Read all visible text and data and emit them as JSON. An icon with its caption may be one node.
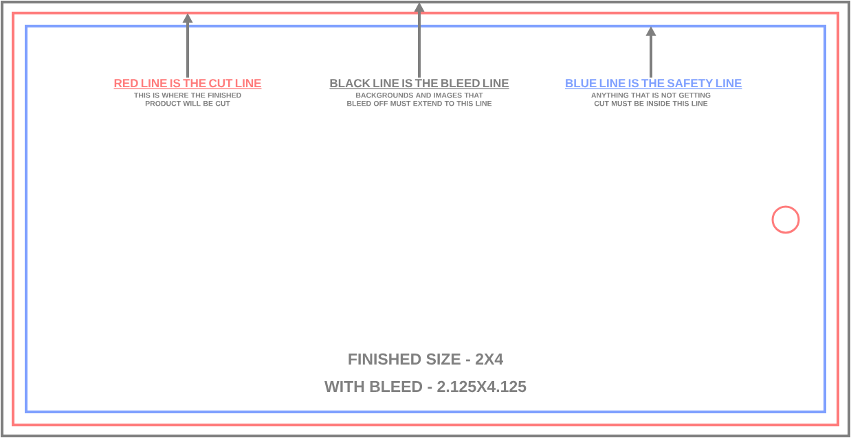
{
  "diagram": {
    "nodes": [
      {
        "text": [],
        "shape": "box"
      },
      {
        "text": [],
        "shape": "box",
        "in": 0
      },
      {
        "text": [],
        "shape": "box",
        "in": 1
      },
      {
        "text": [],
        "shape": "circle",
        "in": 2
      },
      {
        "text": [
          "RED LINE IS THE CUT LINE",
          "THIS IS WHERE THE FINISHED PRODUCT WILL BE CUT"
        ],
        "in": 2
      },
      {
        "text": [
          "BLACK LINE IS THE BLEED LINE",
          "BACKGROUNDS AND IMAGES THAT BLEED OFF MUST EXTEND TO THIS LINE"
        ],
        "in": 2
      },
      {
        "text": [
          "BLUE LINE IS THE SAFETY LINE",
          "ANYTHING THAT IS NOT GETTING CUT MUST BE INSIDE THIS LINE"
        ],
        "in": 2
      }
    ],
    "edges": [
      {
        "from": 4,
        "to": 1,
        "arrow": "to"
      },
      {
        "from": 5,
        "to": 0,
        "arrow": "to"
      },
      {
        "from": 6,
        "to": 2,
        "arrow": "to"
      }
    ],
    "labels": [
      "FINISHED SIZE - 2X4",
      "WITH BLEED - 2.125X4.125"
    ]
  }
}
